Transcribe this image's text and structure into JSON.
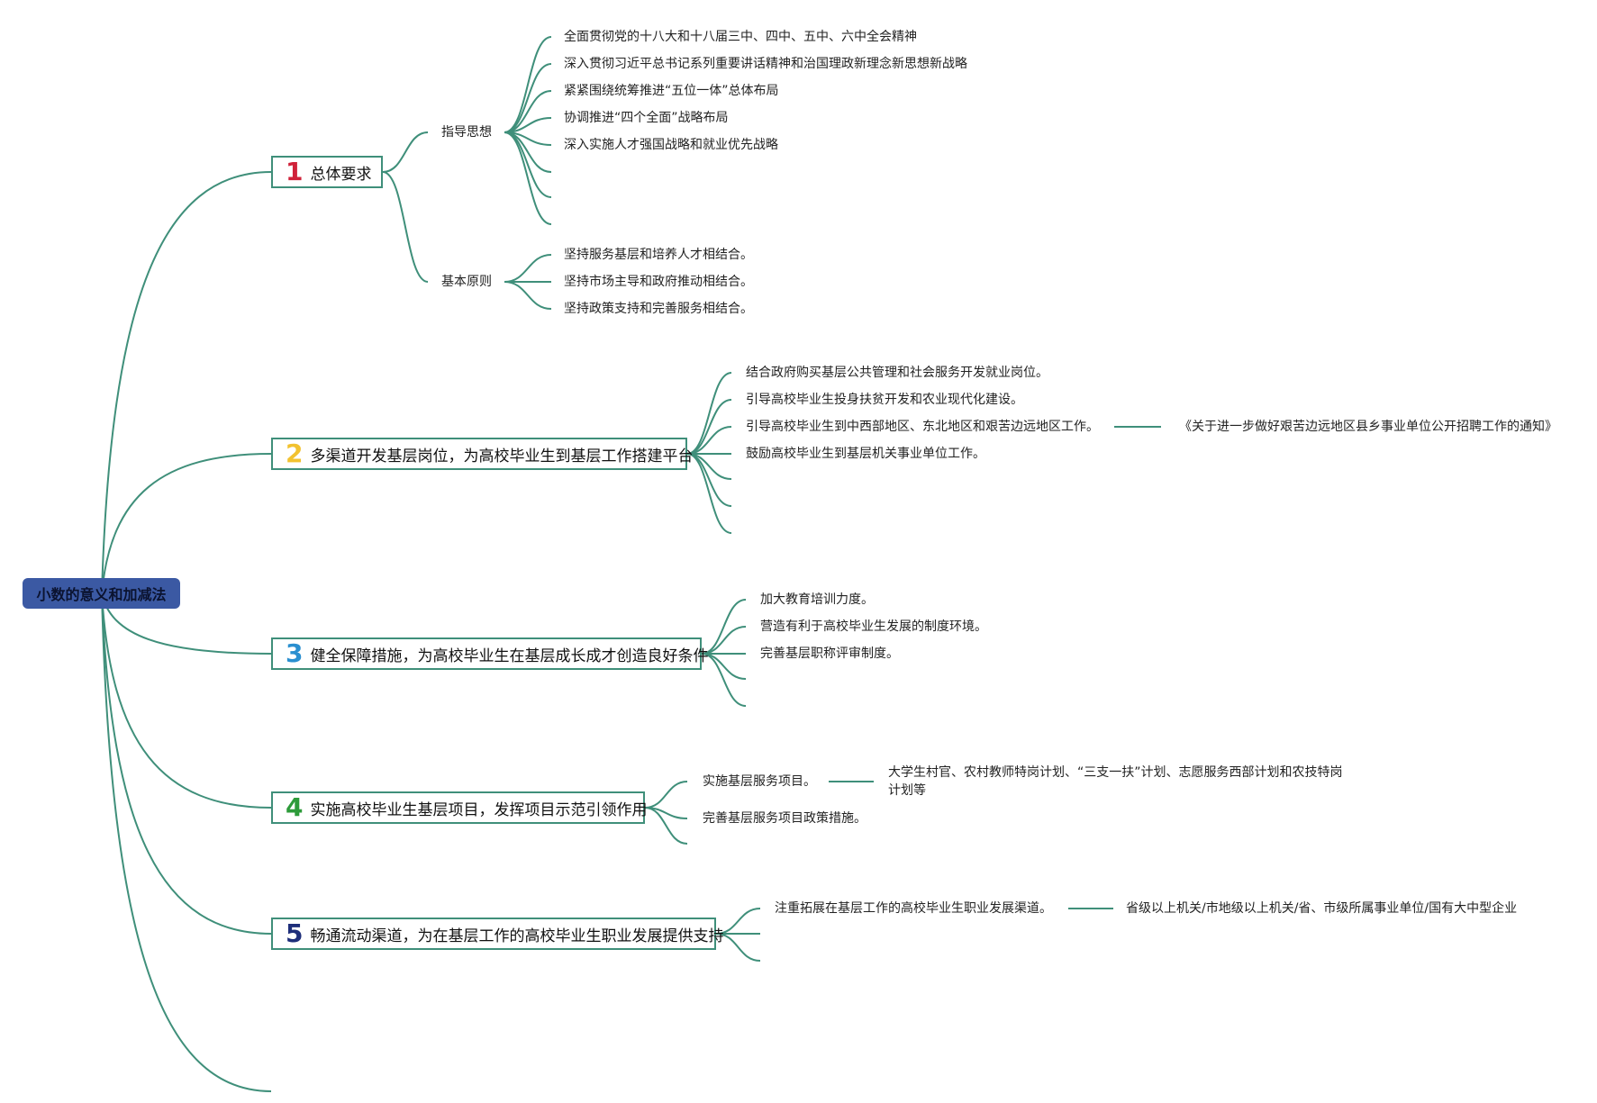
{
  "root": "小数的意义和加减法",
  "topics": [
    {
      "num": "1",
      "color": "#d0223a",
      "title": "总体要求",
      "groups": [
        {
          "label": "指导思想",
          "items": [
            "全面贯彻党的十八大和十八届三中、四中、五中、六中全会精神",
            "深入贯彻习近平总书记系列重要讲话精神和治国理政新理念新思想新战略",
            "紧紧围绕统筹推进“五位一体”总体布局",
            "协调推进“四个全面”战略布局",
            "深入实施人才强国战略和就业优先战略"
          ]
        },
        {
          "label": "基本原则",
          "items": [
            "坚持服务基层和培养人才相结合。",
            "坚持市场主导和政府推动相结合。",
            "坚持政策支持和完善服务相结合。"
          ]
        }
      ]
    },
    {
      "num": "2",
      "color": "#f2c230",
      "title": "多渠道开发基层岗位，为高校毕业生到基层工作搭建平台",
      "items": [
        "结合政府购买基层公共管理和社会服务开发就业岗位。",
        "引导高校毕业生投身扶贫开发和农业现代化建设。",
        "引导高校毕业生到中西部地区、东北地区和艰苦边远地区工作。",
        "鼓励高校毕业生到基层机关事业单位工作。"
      ],
      "note": "《关于进一步做好艰苦边远地区县乡事业单位公开招聘工作的通知》"
    },
    {
      "num": "3",
      "color": "#2a8fd0",
      "title": "健全保障措施，为高校毕业生在基层成长成才创造良好条件",
      "items": [
        "加大教育培训力度。",
        "营造有利于高校毕业生发展的制度环境。",
        "完善基层职称评审制度。"
      ]
    },
    {
      "num": "4",
      "color": "#2d9b3a",
      "title": "实施高校毕业生基层项目，发挥项目示范引领作用",
      "items": [
        "实施基层服务项目。",
        "完善基层服务项目政策措施。"
      ],
      "note": "大学生村官、农村教师特岗计划、“三支一扶”计划、志愿服务西部计划和农技特岗计划等"
    },
    {
      "num": "5",
      "color": "#1e2e7a",
      "title": "畅通流动渠道，为在基层工作的高校毕业生职业发展提供支持",
      "items": [
        "注重拓展在基层工作的高校毕业生职业发展渠道。"
      ],
      "note": "省级以上机关/市地级以上机关/省、市级所属事业单位/国有大中型企业"
    }
  ]
}
